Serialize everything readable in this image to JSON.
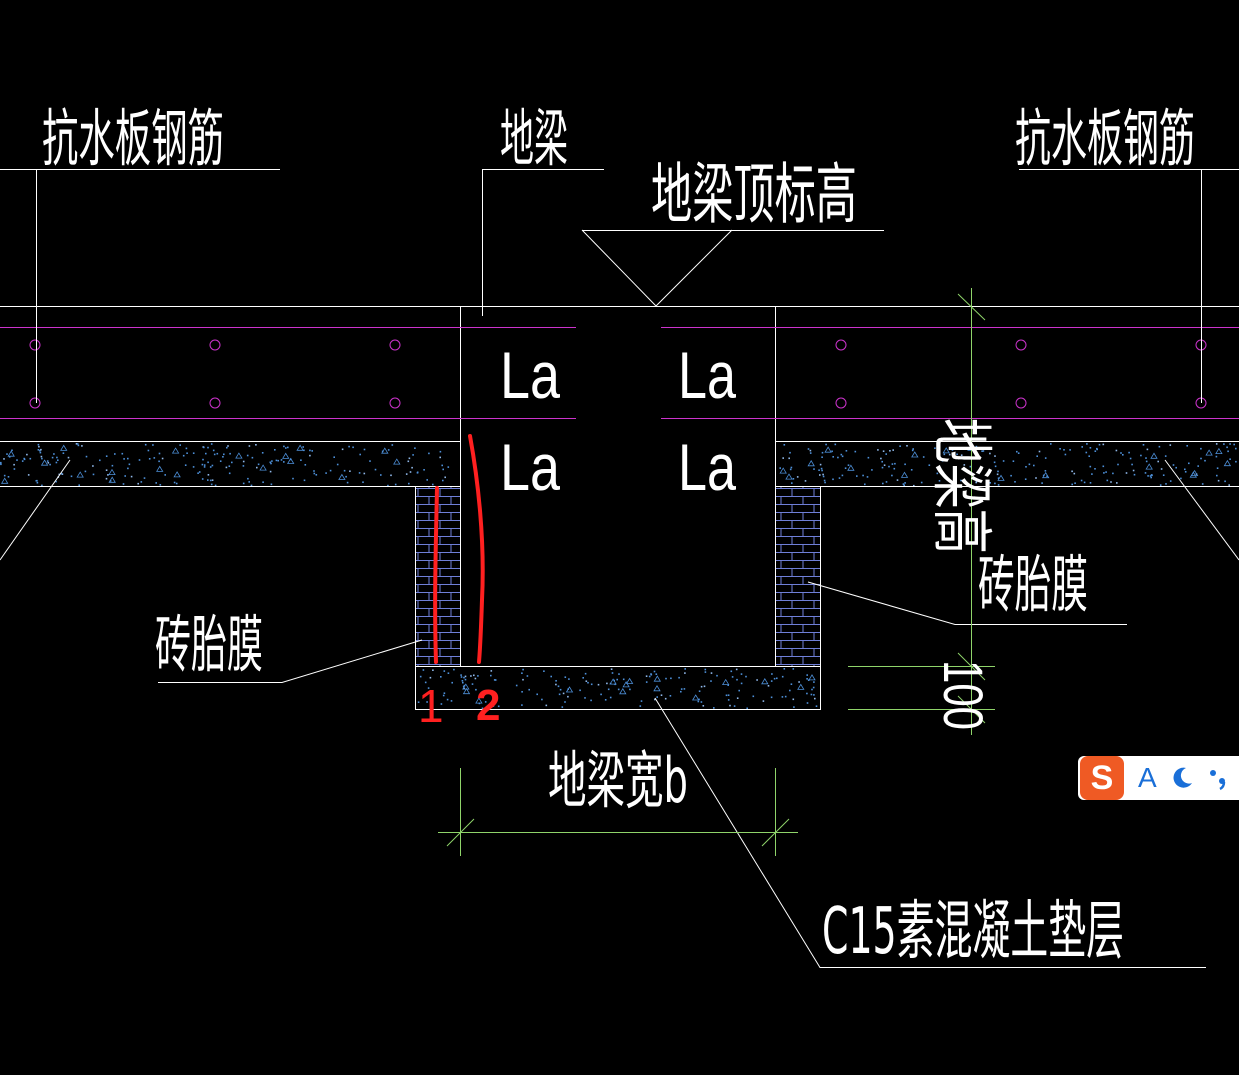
{
  "labels": {
    "rebar_left": "抗水板钢筋",
    "rebar_right": "抗水板钢筋",
    "ground_beam": "地梁",
    "beam_top_elev": "地梁顶标高",
    "beam_height": "地梁高",
    "brick_form_left": "砖胎膜",
    "brick_form_right": "砖胎膜",
    "dim_100": "100",
    "beam_width": "地梁宽b",
    "cushion": "C15素混凝土垫层",
    "la_top_left": "La",
    "la_top_right": "La",
    "la_bottom_left": "La",
    "la_bottom_right": "La"
  },
  "annotations": {
    "mark_1": "1",
    "mark_2": "2"
  },
  "ime_toolbar": {
    "logo_letter": "S",
    "mode": "A",
    "moon_icon": "moon-icon",
    "punct_icon": "punctuation-icon"
  },
  "colors": {
    "background": "#000000",
    "line": "#ffffff",
    "rebar": "#cc33cc",
    "dimension": "#8fd46a",
    "brick": "#6f7fd8",
    "speckle": "#4d8fd8",
    "annotation": "#ff2020",
    "ime_logo": "#ef5a24",
    "ime_icon": "#1a6fd8"
  }
}
